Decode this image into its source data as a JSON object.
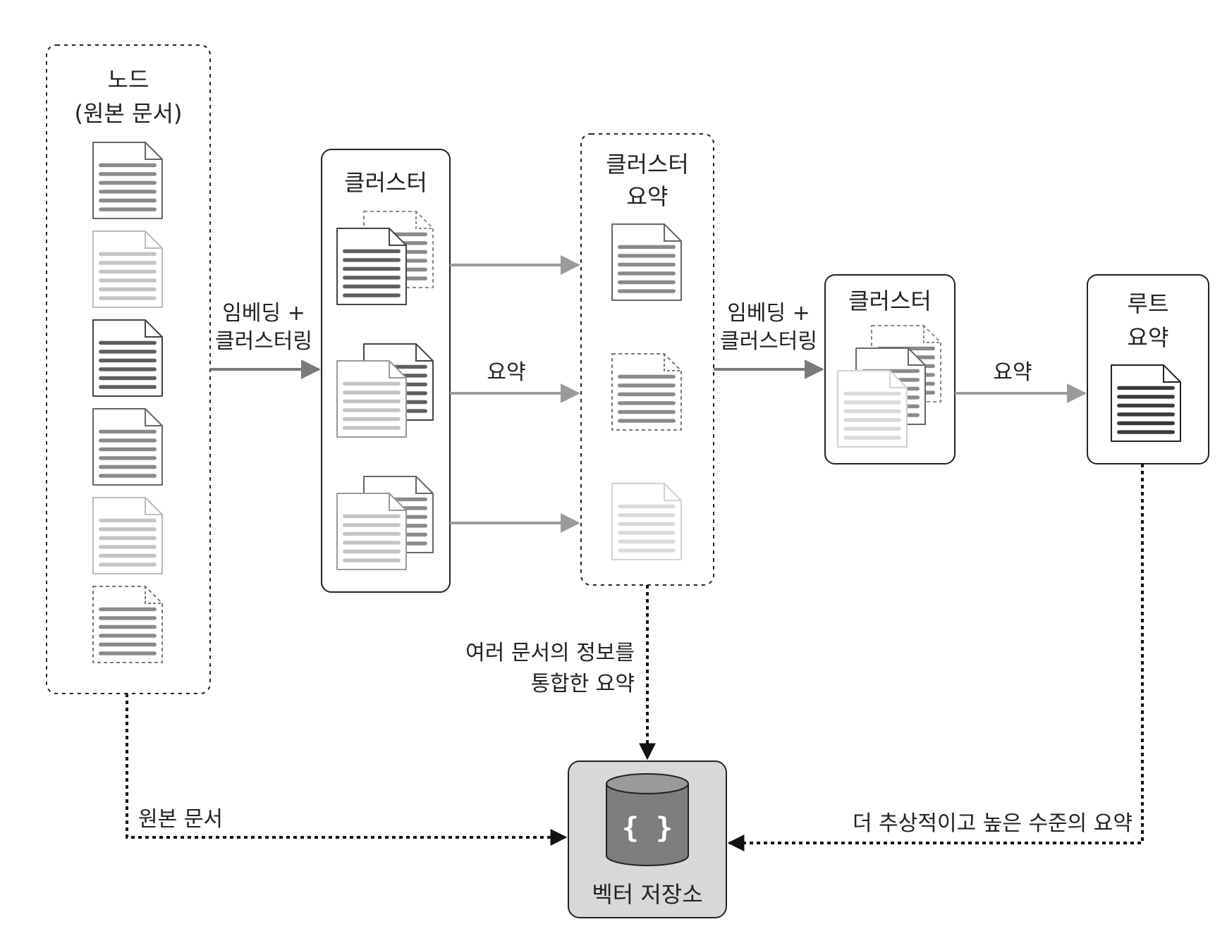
{
  "diagram": {
    "nodes_box": {
      "title_line1": "노드",
      "title_line2": "(원본 문서)"
    },
    "cluster_box_1": {
      "title": "클러스터"
    },
    "summary_box": {
      "title_line1": "클러스터",
      "title_line2": "요약"
    },
    "cluster_box_2": {
      "title": "클러스터"
    },
    "root_box": {
      "title_line1": "루트",
      "title_line2": "요약"
    },
    "vector_store": {
      "label": "벡터 저장소",
      "icon_text": "{ }"
    },
    "edges": {
      "embed_cluster_1": {
        "line1": "임베딩 +",
        "line2": "클러스터링"
      },
      "summarize_1": "요약",
      "embed_cluster_2": {
        "line1": "임베딩 +",
        "line2": "클러스터링"
      },
      "summarize_2": "요약",
      "originals_to_store": "원본 문서",
      "summaries_to_store": {
        "line1": "여러 문서의 정보를",
        "line2": "통합한 요약"
      },
      "root_to_store": "더 추상적이고 높은 수준의 요약"
    }
  }
}
